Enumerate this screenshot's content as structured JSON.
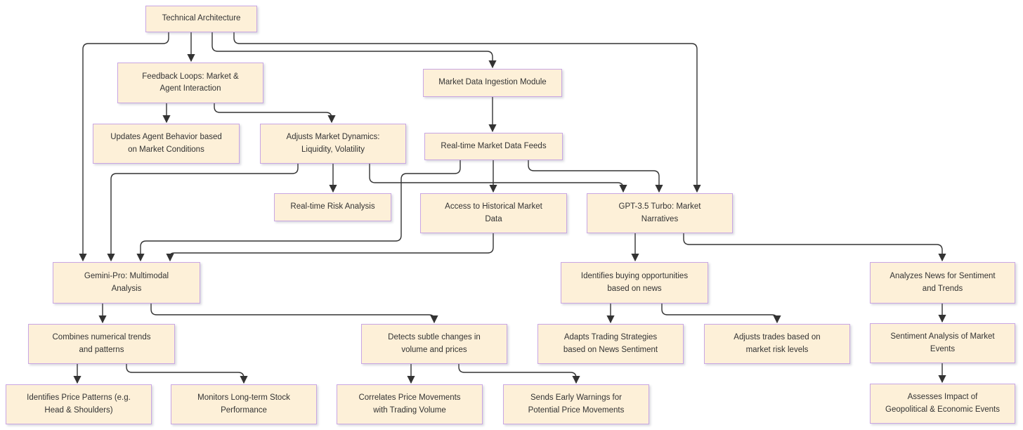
{
  "diagram": {
    "title": "Technical Architecture flowchart",
    "type": "flowchart",
    "colors": {
      "node_fill": "#FDF0D8",
      "node_border": "#C9A6E3",
      "edge": "#333333",
      "text": "#333333",
      "background": "#FFFFFF"
    },
    "nodes": {
      "ta": {
        "label": "Technical Architecture"
      },
      "fl": {
        "label": "Feedback Loops: Market &\nAgent Interaction"
      },
      "mdim": {
        "label": "Market Data Ingestion Module"
      },
      "uab": {
        "label": "Updates Agent Behavior based\non Market Conditions"
      },
      "amd": {
        "label": "Adjusts Market Dynamics:\nLiquidity, Volatility"
      },
      "rmdf": {
        "label": "Real-time Market Data Feeds"
      },
      "rra": {
        "label": "Real-time Risk Analysis"
      },
      "ahmd": {
        "label": "Access to Historical Market\nData"
      },
      "gpt": {
        "label": "GPT-3.5 Turbo: Market\nNarratives"
      },
      "gem": {
        "label": "Gemini-Pro: Multimodal\nAnalysis"
      },
      "ibo": {
        "label": "Identifies buying opportunities\nbased on news"
      },
      "ans": {
        "label": "Analyzes News for Sentiment\nand Trends"
      },
      "cnt": {
        "label": "Combines numerical trends\nand patterns"
      },
      "dsc": {
        "label": "Detects subtle changes in\nvolume and prices"
      },
      "ats": {
        "label": "Adapts Trading Strategies\nbased on News Sentiment"
      },
      "atr": {
        "label": "Adjusts trades based on\nmarket risk levels"
      },
      "same": {
        "label": "Sentiment Analysis of Market\nEvents"
      },
      "ipp": {
        "label": "Identifies Price Patterns (e.g.\nHead & Shoulders)"
      },
      "mls": {
        "label": "Monitors Long-term Stock\nPerformance"
      },
      "cpm": {
        "label": "Correlates Price Movements\nwith Trading Volume"
      },
      "sew": {
        "label": "Sends Early Warnings for\nPotential Price Movements"
      },
      "aig": {
        "label": "Assesses Impact of\nGeopolitical & Economic Events"
      }
    },
    "edges": [
      {
        "from": "ta",
        "to": "fl"
      },
      {
        "from": "ta",
        "to": "mdim"
      },
      {
        "from": "ta",
        "to": "gpt"
      },
      {
        "from": "ta",
        "to": "gem"
      },
      {
        "from": "fl",
        "to": "uab"
      },
      {
        "from": "fl",
        "to": "amd"
      },
      {
        "from": "mdim",
        "to": "rmdf"
      },
      {
        "from": "rmdf",
        "to": "ahmd"
      },
      {
        "from": "rmdf",
        "to": "gpt"
      },
      {
        "from": "rmdf",
        "to": "gem"
      },
      {
        "from": "amd",
        "to": "rra"
      },
      {
        "from": "amd",
        "to": "gpt"
      },
      {
        "from": "amd",
        "to": "gem"
      },
      {
        "from": "ahmd",
        "to": "gem"
      },
      {
        "from": "gpt",
        "to": "ibo"
      },
      {
        "from": "gpt",
        "to": "ans"
      },
      {
        "from": "gem",
        "to": "cnt"
      },
      {
        "from": "gem",
        "to": "dsc"
      },
      {
        "from": "ibo",
        "to": "ats"
      },
      {
        "from": "ibo",
        "to": "atr"
      },
      {
        "from": "ans",
        "to": "same"
      },
      {
        "from": "same",
        "to": "aig"
      },
      {
        "from": "cnt",
        "to": "ipp"
      },
      {
        "from": "cnt",
        "to": "mls"
      },
      {
        "from": "dsc",
        "to": "cpm"
      },
      {
        "from": "dsc",
        "to": "sew"
      }
    ]
  }
}
